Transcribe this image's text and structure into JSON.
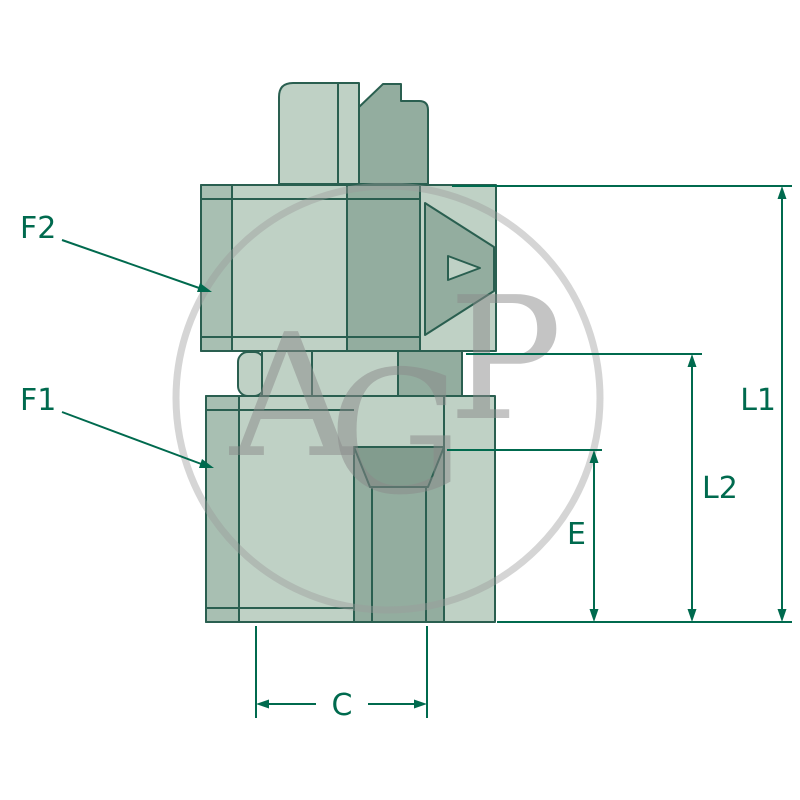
{
  "page": {
    "background": "#ffffff"
  },
  "watermark": {
    "letters": [
      "A",
      "G",
      "P"
    ]
  },
  "labels": {
    "f2": "F2",
    "f1": "F1",
    "l1": "L1",
    "l2": "L2",
    "e": "E",
    "c": "C"
  },
  "colors": {
    "dimension_line": "#006a4e",
    "drawing_outline": "#2a5f50",
    "fill_light": "#bfd1c5",
    "fill_mid": "#a8bfb2",
    "fill_dark": "#93ad9f",
    "fill_extra_dark": "#829c8e",
    "watermark_gray": "#c6c6c6"
  }
}
